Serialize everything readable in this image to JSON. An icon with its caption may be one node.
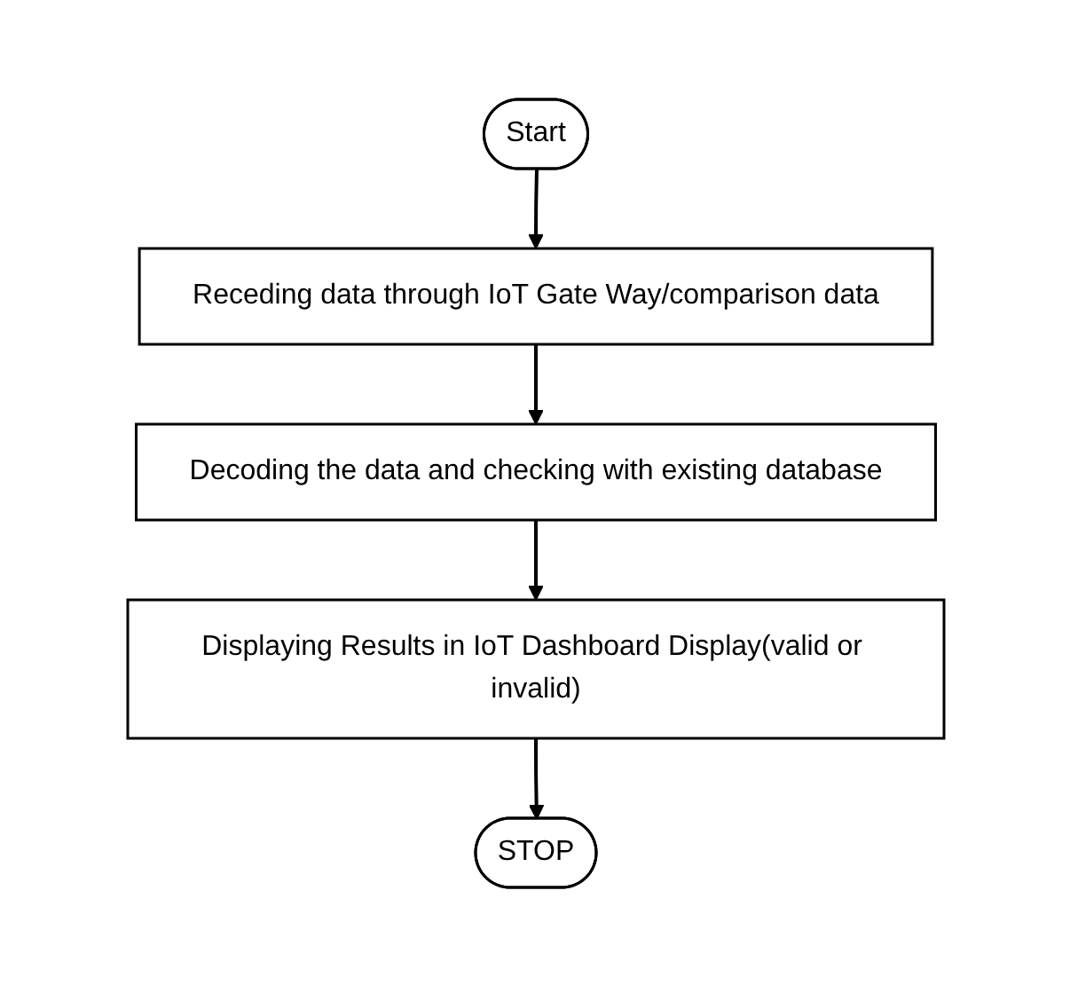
{
  "diagram": {
    "nodes": [
      {
        "text": [
          "Start"
        ]
      },
      {
        "text": [
          "Receding data through IoT Gate Way/comparison data"
        ]
      },
      {
        "text": [
          "Decoding the data and checking with existing database"
        ]
      },
      {
        "text": [
          "Displaying Results in IoT Dashboard Display(valid or invalid)"
        ]
      },
      {
        "text": [
          "STOP"
        ]
      }
    ],
    "edges": [
      {
        "from": 0,
        "to": 1,
        "arrow": "to"
      },
      {
        "from": 1,
        "to": 2,
        "arrow": "to"
      },
      {
        "from": 2,
        "to": 3,
        "arrow": "to"
      },
      {
        "from": 3,
        "to": 4,
        "arrow": "to"
      }
    ]
  }
}
